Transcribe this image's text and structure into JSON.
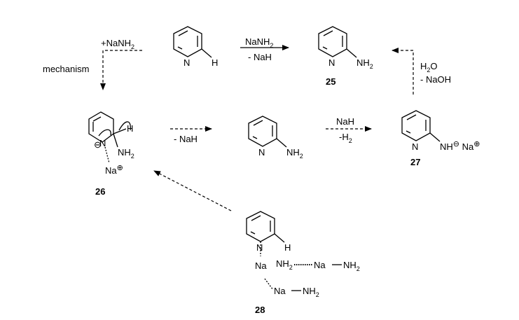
{
  "reagents": {
    "top_nanh2": "+NaNH",
    "mechanism": "mechanism",
    "direct_reagent": "NaNH",
    "direct_byproduct": "- NaH",
    "water": "H",
    "water_o": "O",
    "naoh": "- NaOH",
    "elim_nah": "- NaH",
    "nah_reagent": "NaH",
    "h2_loss": "-H"
  },
  "subscripts": {
    "two": "2"
  },
  "atoms": {
    "N": "N",
    "H": "H",
    "NH": "NH",
    "NH2_text": "NH",
    "Na": "Na"
  },
  "charges": {
    "minus": "⊖",
    "plus": "⊕"
  },
  "compounds": {
    "c25": "25",
    "c26": "26",
    "c27": "27",
    "c28": "28"
  }
}
